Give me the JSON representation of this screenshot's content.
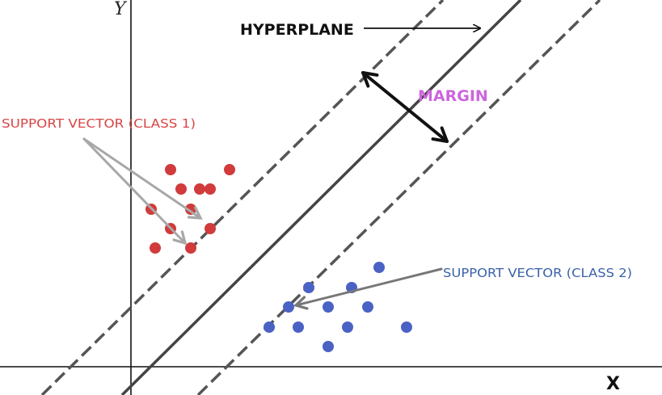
{
  "labels": {
    "y_axis": "Y",
    "x_axis": "X",
    "hyperplane": "HYPERPLANE",
    "margin": "MARGIN",
    "support_vector_class1": "SUPPORT VECTOR  (CLASS 1)",
    "support_vector_class2": "SUPPORT VECTOR (CLASS 2)"
  },
  "colors": {
    "class1": "#d13b3b",
    "class2": "#4a62c4",
    "margin": "#cc66dd",
    "support_vector_class1_label": "#d84545",
    "support_vector_class2_label": "#3a62a8",
    "hyperplane_line": "#444444",
    "margin_line": "#555555",
    "axis": "#111111"
  },
  "points": {
    "class1": [
      [
        211,
        210
      ],
      [
        284,
        210
      ],
      [
        224,
        234
      ],
      [
        247,
        234
      ],
      [
        260,
        234
      ],
      [
        187,
        259
      ],
      [
        236,
        259
      ],
      [
        211,
        283
      ],
      [
        260,
        283
      ],
      [
        192,
        307
      ],
      [
        236,
        307
      ]
    ],
    "class2": [
      [
        469,
        331
      ],
      [
        382,
        356
      ],
      [
        435,
        356
      ],
      [
        357,
        380
      ],
      [
        406,
        380
      ],
      [
        455,
        380
      ],
      [
        333,
        405
      ],
      [
        369,
        405
      ],
      [
        430,
        405
      ],
      [
        503,
        405
      ],
      [
        406,
        429
      ]
    ]
  }
}
